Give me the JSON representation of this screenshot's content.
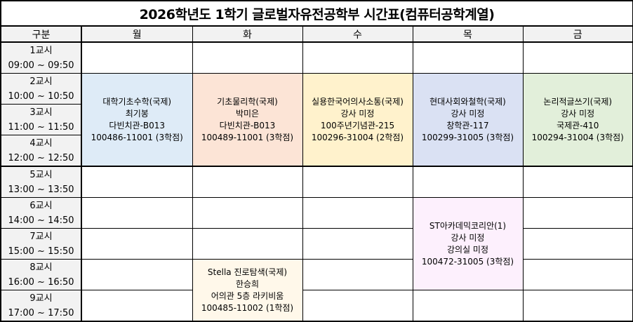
{
  "title": "2026학년도 1학기 글로벌자유전공학부 시간표(컴퓨터공학계열)",
  "header": {
    "category": "구분",
    "days": [
      "월",
      "화",
      "수",
      "목",
      "금"
    ]
  },
  "periods": [
    {
      "label": "1교시",
      "time": "09:00 ~ 09:50"
    },
    {
      "label": "2교시",
      "time": "10:00 ~ 10:50"
    },
    {
      "label": "3교시",
      "time": "11:00 ~ 11:50"
    },
    {
      "label": "4교시",
      "time": "12:00 ~ 12:50"
    },
    {
      "label": "5교시",
      "time": "13:00 ~ 13:50"
    },
    {
      "label": "6교시",
      "time": "14:00 ~ 14:50"
    },
    {
      "label": "7교시",
      "time": "15:00 ~ 15:50"
    },
    {
      "label": "8교시",
      "time": "16:00 ~ 16:50"
    },
    {
      "label": "9교시",
      "time": "17:00 ~ 17:50"
    }
  ],
  "courses": [
    {
      "day": "월",
      "name": "대학기초수학(국제)",
      "instructor": "최기봉",
      "room": "다빈치관-B013",
      "code": "100486-11001 (3학점)",
      "color": "#deebf7"
    },
    {
      "day": "화",
      "name": "기초물리학(국제)",
      "instructor": "박미은",
      "room": "다빈치관-B013",
      "code": "100489-11001 (3학점)",
      "color": "#fce4d6"
    },
    {
      "day": "수",
      "name": "실용한국어의사소통(국제)",
      "instructor": "강사 미정",
      "room": "100주년기념관-215",
      "code": "100296-31004 (2학점)",
      "color": "#fff2cc"
    },
    {
      "day": "목",
      "name": "현대사회와철학(국제)",
      "instructor": "강사 미정",
      "room": "창학관-117",
      "code": "100299-31005 (3학점)",
      "color": "#dae1f3"
    },
    {
      "day": "금",
      "name": "논리적글쓰기(국제)",
      "instructor": "강사 미정",
      "room": "국제관-410",
      "code": "100294-31004 (3학점)",
      "color": "#e2efda"
    },
    {
      "day": "목",
      "name": "ST아카데믹코리안(1)",
      "instructor": "강사 미정",
      "room": "강의실 미정",
      "code": "100472-31005 (3학점)",
      "color": "#fdf0fd"
    },
    {
      "day": "화",
      "name": "Stella 진로탐색(국제)",
      "instructor": "한승희",
      "room": "어의관 5층 라키비움",
      "code": "100485-11002 (1학점)",
      "color": "#fff8ea"
    }
  ]
}
